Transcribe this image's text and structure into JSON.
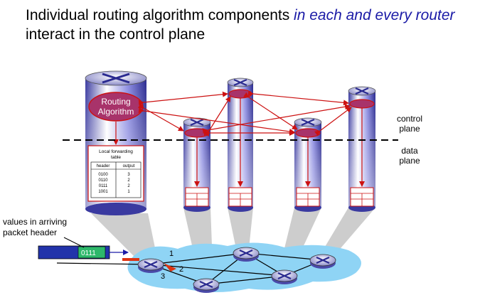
{
  "slide": {
    "title_part1": "Individual routing algorithm components ",
    "title_emphasis": "in each and every router",
    "title_part2": " interact in the control plane"
  },
  "labels": {
    "routing_line1": "Routing",
    "routing_line2": "Algorithm",
    "control_plane_1": "control",
    "control_plane_2": "plane",
    "data_plane_1": "data",
    "data_plane_2": "plane",
    "arriving_1": "values in arriving",
    "arriving_2": "packet header",
    "packet_value": "0111",
    "port_1": "1",
    "port_2": "2",
    "port_3": "3"
  },
  "forwarding_table": {
    "title_line1": "Local forwarding",
    "title_line2": "table",
    "headers": [
      "header",
      "output"
    ],
    "rows": [
      [
        "0100",
        "3"
      ],
      [
        "0110",
        "2"
      ],
      [
        "0111",
        "2"
      ],
      [
        "1001",
        "1"
      ]
    ]
  },
  "colors": {
    "arrow_red": "#cc1111",
    "cylinder_blue": "#6a6ac8",
    "network_blue": "#8fd4f5",
    "title_highlight": "#1a1aa6",
    "packet_green": "#2db86a",
    "packet_blue": "#2233aa"
  }
}
